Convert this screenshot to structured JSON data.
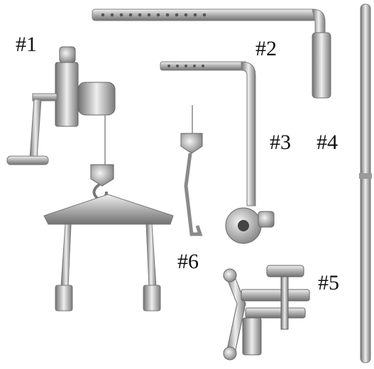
{
  "labels": {
    "item1": "#1",
    "item2": "#2",
    "item3": "#3",
    "item4": "#4",
    "item5": "#5",
    "item6": "#6"
  },
  "colors": {
    "background": "#ffffff",
    "steel_light": "#d9d9d9",
    "steel_mid": "#a8a8a8",
    "steel_dark": "#6e6e6e",
    "label": "#111111"
  }
}
